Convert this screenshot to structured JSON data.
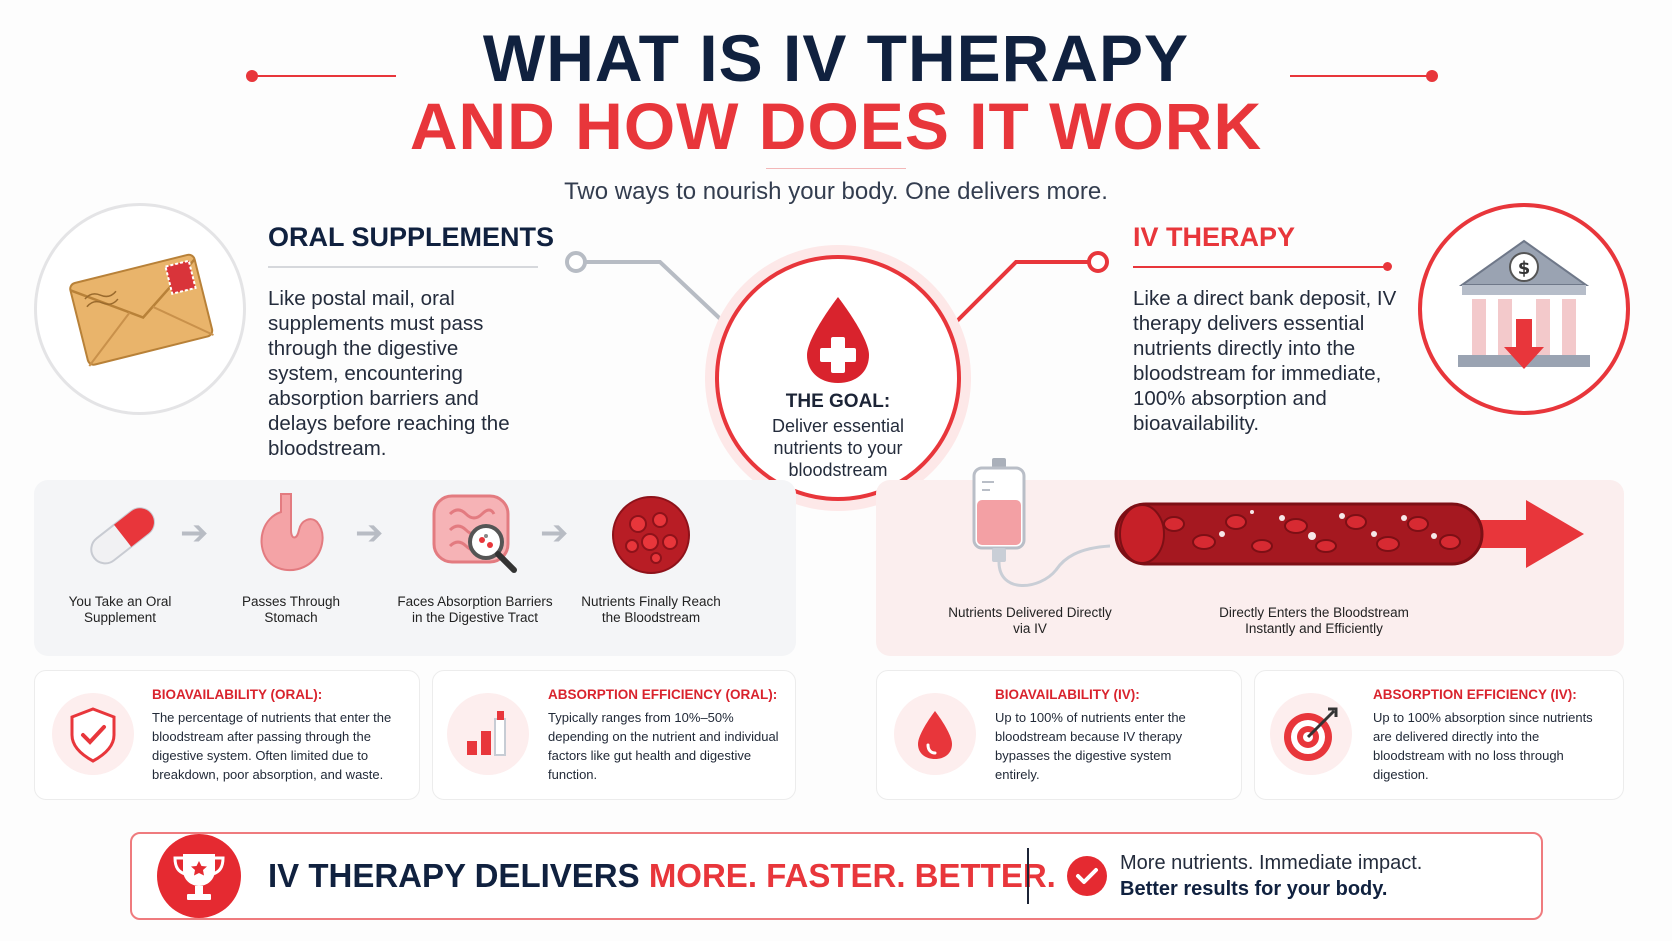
{
  "header": {
    "title_line1": "WHAT IS IV THERAPY",
    "title_line2": "AND HOW DOES IT WORK",
    "subtitle": "Two ways to nourish your body. One delivers more."
  },
  "oral": {
    "title": "ORAL SUPPLEMENTS",
    "description": "Like postal mail, oral supplements must pass through the digestive system, encountering absorption barriers and delays before reaching the bloodstream.",
    "icon": "envelope-icon"
  },
  "iv": {
    "title": "IV THERAPY",
    "description": "Like a direct bank deposit, IV therapy delivers essential nutrients directly into the bloodstream for immediate, 100% absorption and bioavailability.",
    "icon": "bank-icon"
  },
  "goal": {
    "title": "THE GOAL:",
    "text": "Deliver essential nutrients to your bloodstream"
  },
  "oral_steps": [
    {
      "label": "You Take an Oral Supplement",
      "icon": "pill-icon"
    },
    {
      "label": "Passes Through Stomach",
      "icon": "stomach-icon"
    },
    {
      "label": "Faces Absorption Barriers in the Digestive Tract",
      "icon": "intestine-icon"
    },
    {
      "label": "Nutrients Finally Reach the Bloodstream",
      "icon": "blood-cells-icon"
    }
  ],
  "iv_steps": [
    {
      "label": "Nutrients Delivered Directly via IV",
      "icon": "iv-bag-icon"
    },
    {
      "label": "Directly Enters the Bloodstream Instantly and Efficiently",
      "icon": "blood-vessel-icon"
    }
  ],
  "cards": [
    {
      "title": "BIOAVAILABILITY (ORAL):",
      "text": "The percentage of nutrients that enter the bloodstream after passing through the digestive system. Often limited due to breakdown, poor absorption, and waste.",
      "icon": "shield-check-icon"
    },
    {
      "title": "ABSORPTION EFFICIENCY (ORAL):",
      "text": "Typically ranges from 10%–50% depending on the nutrient and individual factors like gut health and digestive function.",
      "icon": "bar-chart-icon"
    },
    {
      "title": "BIOAVAILABILITY (IV):",
      "text": "Up to 100% of nutrients enter the bloodstream because IV therapy bypasses the digestive system entirely.",
      "icon": "drop-icon"
    },
    {
      "title": "ABSORPTION EFFICIENCY (IV):",
      "text": "Up to 100% absorption since nutrients are delivered directly into the bloodstream with no loss through digestion.",
      "icon": "target-icon"
    }
  ],
  "footer": {
    "main_prefix": "IV THERAPY DELIVERS ",
    "main_highlight": "MORE. FASTER. BETTER.",
    "right_line1": "More nutrients. Immediate impact.",
    "right_line2": "Better results for your body."
  },
  "colors": {
    "accent": "#e8363b",
    "navy": "#10213f"
  }
}
